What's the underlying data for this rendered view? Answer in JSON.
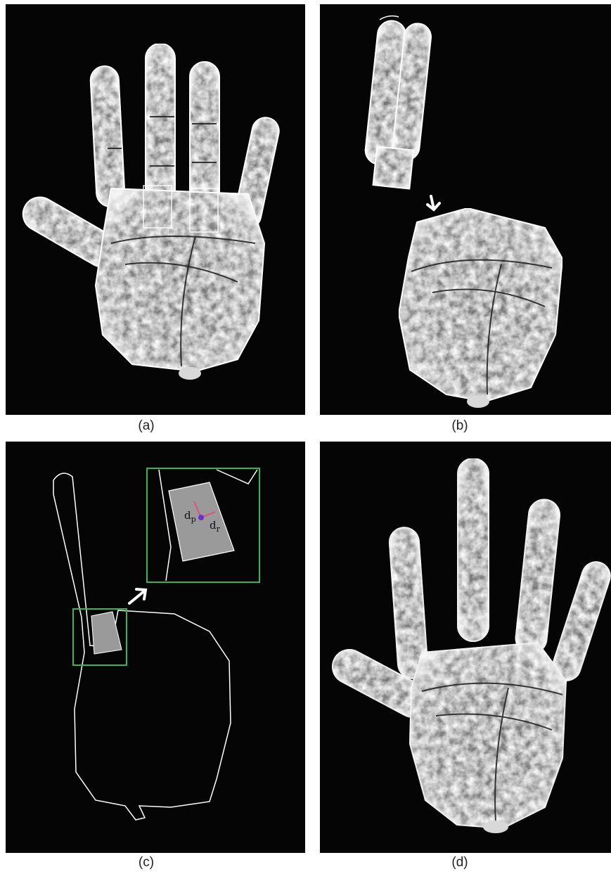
{
  "figure": {
    "panels": [
      {
        "id": "a",
        "caption": "(a)"
      },
      {
        "id": "b",
        "caption": "(b)"
      },
      {
        "id": "c",
        "caption": "(c)",
        "labels": {
          "d_p_base": "d",
          "d_p_sub": "p",
          "d_r_base": "d",
          "d_r_sub": "r"
        }
      },
      {
        "id": "d",
        "caption": "(d)"
      }
    ],
    "colors": {
      "background": "#050505",
      "outline": "#ffffff",
      "zoom_box": "#39b54a",
      "region_fill": "#9a9a9a",
      "distance_lines": "#e0507a",
      "center_point": "#6a2fd0"
    }
  }
}
